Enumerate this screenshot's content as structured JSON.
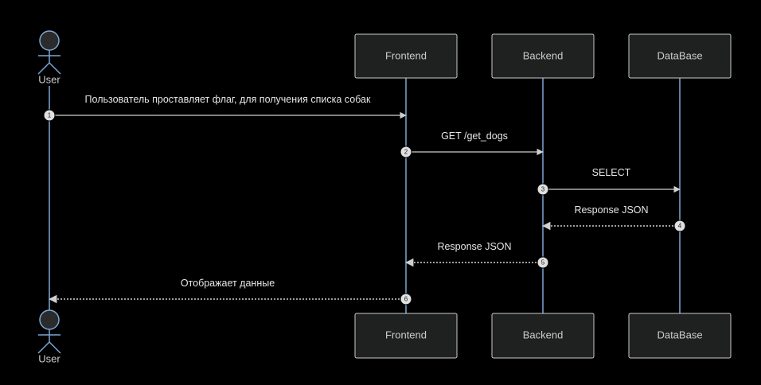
{
  "actors": {
    "user": "User",
    "frontend": "Frontend",
    "backend": "Backend",
    "database": "DataBase"
  },
  "messages": [
    {
      "num": "1",
      "text": "Пользователь проставляет флаг, для получения списка собак",
      "style": "solid"
    },
    {
      "num": "2",
      "text": "GET /get_dogs",
      "style": "solid"
    },
    {
      "num": "3",
      "text": "SELECT",
      "style": "solid"
    },
    {
      "num": "4",
      "text": "Response JSON",
      "style": "dotted"
    },
    {
      "num": "5",
      "text": "Response JSON",
      "style": "dotted"
    },
    {
      "num": "6",
      "text": "Отображает данные",
      "style": "dotted"
    }
  ],
  "colors": {
    "background": "#000000",
    "box_fill": "#1f2020",
    "box_stroke": "#cccccc",
    "lifeline": "#7aa7d6",
    "arrow": "#d0d0d0"
  }
}
